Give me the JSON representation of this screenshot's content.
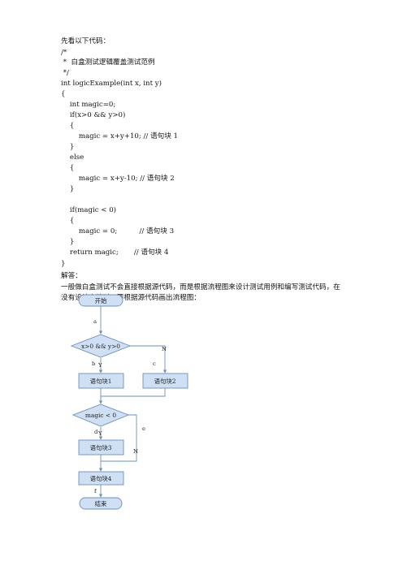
{
  "intro": "先看以下代码：",
  "code": [
    "/*",
    " *  白盒测试逻辑覆盖测试范例",
    " */",
    "int logicExample(int x, int y)",
    "{",
    "    int magic=0;",
    "    if(x>0 && y>0)",
    "    {",
    "        magic = x+y+10; // 语句块 1",
    "    }",
    "    else",
    "    {",
    "        magic = x+y-10; // 语句块 2",
    "    }",
    "",
    "    if(magic < 0)",
    "    {",
    "        magic = 0;          // 语句块 3",
    "    }",
    "    return magic;       // 语句块 4",
    "}"
  ],
  "answer_label": "解答：",
  "answer_text": [
    "一般做白盒测试不会直接根据源代码，而是根据流程图来设计测试用例和编写测试代码，在",
    "没有设计文档时，要根据源代码画出流程图："
  ],
  "flowchart": {
    "start": "开始",
    "cond1": "x>0 && y>0",
    "block1": "语句块1",
    "block2": "语句块2",
    "cond2": "magic < 0",
    "block3": "语句块3",
    "block4": "语句块4",
    "end": "结束",
    "labels": {
      "a": "a",
      "b": "b",
      "c": "c",
      "d": "d",
      "e": "e",
      "f": "f",
      "y1": "Y",
      "n1": "N",
      "y2": "Y",
      "n2": "N"
    }
  }
}
